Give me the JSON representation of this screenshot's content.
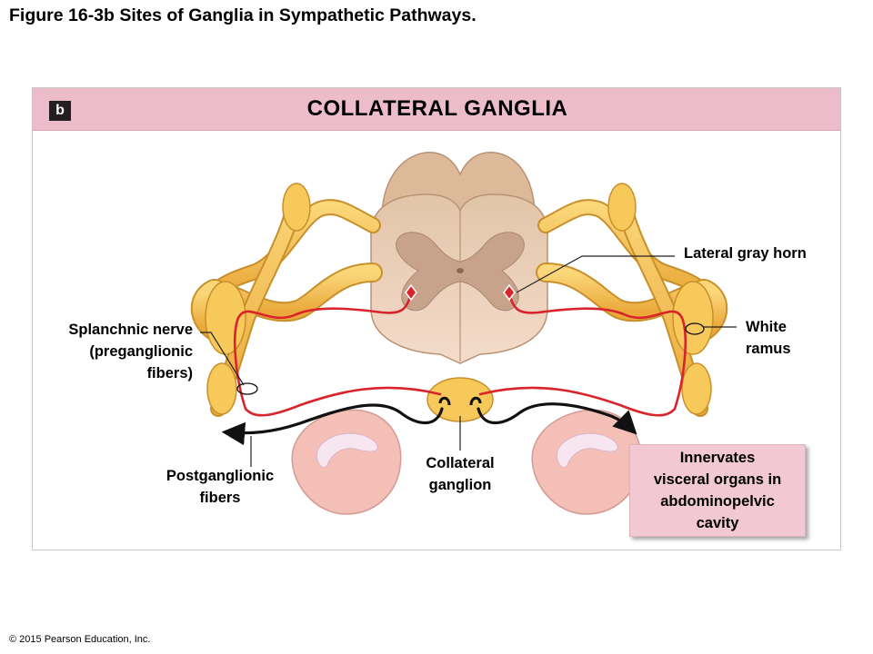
{
  "figure_title": "Figure 16-3b Sites of Ganglia in Sympathetic Pathways.",
  "panel": {
    "badge": "b",
    "title": "COLLATERAL GANGLIA"
  },
  "labels": {
    "lateral_gray_horn": "Lateral gray horn",
    "white_ramus_line1": "White",
    "white_ramus_line2": "ramus",
    "splanchnic_line1": "Splanchnic nerve",
    "splanchnic_line2": "(preganglionic",
    "splanchnic_line3": "fibers)",
    "postganglionic_line1": "Postganglionic",
    "postganglionic_line2": "fibers",
    "collateral_line1": "Collateral",
    "collateral_line2": "ganglion"
  },
  "callout": {
    "line1": "Innervates",
    "line2": "visceral organs in",
    "line3": "abdominopelvic",
    "line4": "cavity"
  },
  "colors": {
    "nerve": "#f5c04a",
    "nerve_outline": "#c8902a",
    "preganglionic_fiber": "#d8242a",
    "postganglionic_fiber": "#111111",
    "spinal_cord": "#efd3bf",
    "gray_matter": "#c7a38c",
    "header": "#ecbcca",
    "callout": "#f2c8d2"
  },
  "copyright": "© 2015 Pearson Education, Inc."
}
